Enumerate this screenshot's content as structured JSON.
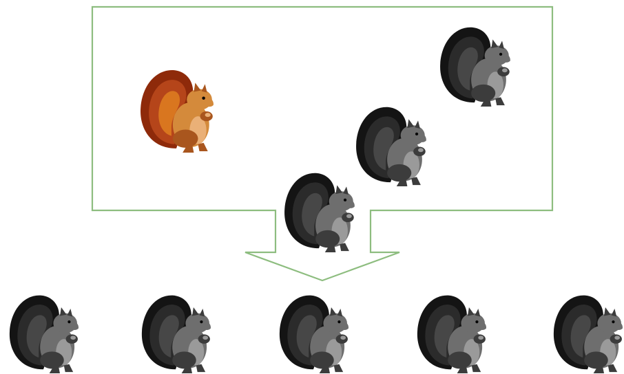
{
  "diagram": {
    "callout_border_color": "#8dbd7f",
    "squirrel_colors": {
      "colored": {
        "tail_dark": "#8e2a0a",
        "tail_mid": "#b5451a",
        "tail_light": "#d9761f",
        "body": "#d48a3b",
        "belly": "#eab077",
        "shade": "#a9561e"
      },
      "gray": {
        "tail_dark": "#141414",
        "tail_mid": "#2b2b2b",
        "tail_light": "#474747",
        "body": "#6e6e6e",
        "belly": "#9a9a9a",
        "shade": "#3c3c3c"
      }
    },
    "inside_squirrels": [
      {
        "name": "colored-squirrel",
        "variant": "colored"
      },
      {
        "name": "gray-squirrel-inside-top",
        "variant": "gray"
      },
      {
        "name": "gray-squirrel-inside-middle",
        "variant": "gray"
      },
      {
        "name": "gray-squirrel-inside-bottom",
        "variant": "gray"
      }
    ],
    "output_squirrels": [
      {
        "name": "output-squirrel-1",
        "variant": "gray"
      },
      {
        "name": "output-squirrel-2",
        "variant": "gray"
      },
      {
        "name": "output-squirrel-3",
        "variant": "gray"
      },
      {
        "name": "output-squirrel-4",
        "variant": "gray"
      },
      {
        "name": "output-squirrel-5",
        "variant": "gray"
      }
    ]
  }
}
